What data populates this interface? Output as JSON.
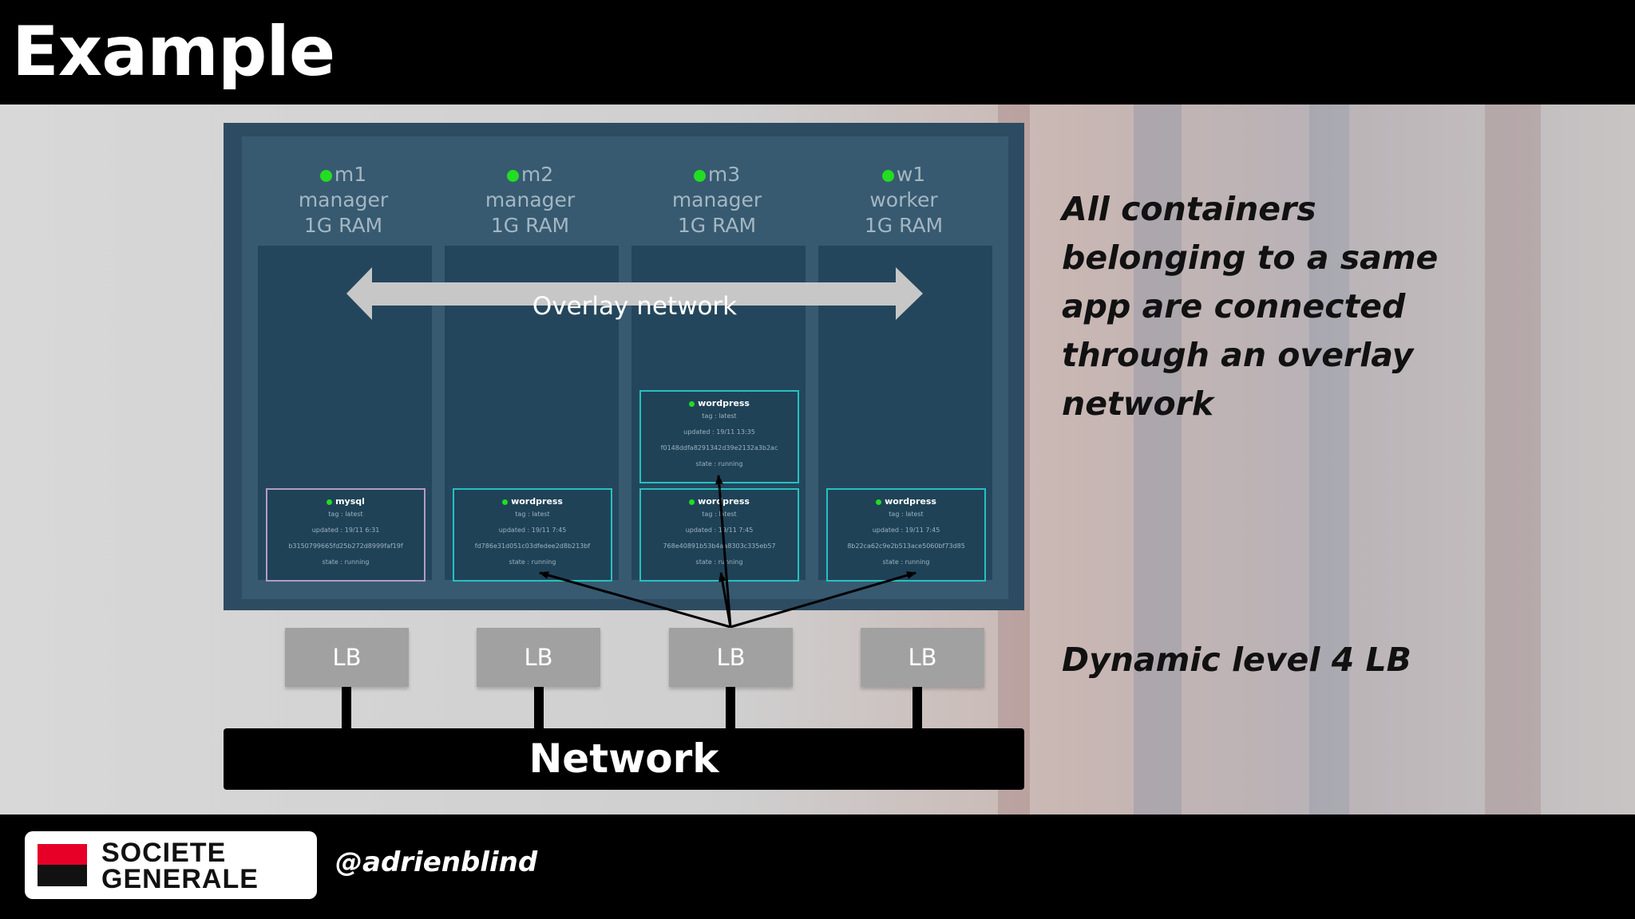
{
  "slide": {
    "title": "Example"
  },
  "nodes": [
    {
      "name": "m1",
      "role": "manager",
      "ram": "1G RAM"
    },
    {
      "name": "m2",
      "role": "manager",
      "ram": "1G RAM"
    },
    {
      "name": "m3",
      "role": "manager",
      "ram": "1G RAM"
    },
    {
      "name": "w1",
      "role": "worker",
      "ram": "1G RAM"
    }
  ],
  "overlay": {
    "label": "Overlay network"
  },
  "containers": [
    {
      "name": "mysql",
      "tag": "tag : latest",
      "updated": "updated : 19/11 6:31",
      "id": "b3150799665fd25b272d8999faf19f",
      "state": "state : running"
    },
    {
      "name": "wordpress",
      "tag": "tag : latest",
      "updated": "updated : 19/11 7:45",
      "id": "fd786e31d051c03dfedee2d8b213bf",
      "state": "state : running"
    },
    {
      "name": "wordpress",
      "tag": "tag : latest",
      "updated": "updated : 19/11 13:35",
      "id": "f0148ddfa8291342d39e2132a3b2ac",
      "state": "state : running"
    },
    {
      "name": "wordpress",
      "tag": "tag : latest",
      "updated": "updated : 19/11 7:45",
      "id": "768e40891b53b4aa8303c335eb57",
      "state": "state : running"
    },
    {
      "name": "wordpress",
      "tag": "tag : latest",
      "updated": "updated : 19/11 7:45",
      "id": "8b22ca62c9e2b513ace5060bf73d85",
      "state": "state : running"
    }
  ],
  "load_balancers": [
    "LB",
    "LB",
    "LB",
    "LB"
  ],
  "network": {
    "label": "Network"
  },
  "side_text": "All containers belonging to a same app are connected through an overlay network",
  "lb_caption": "Dynamic level 4 LB",
  "footer": {
    "logo_line1": "SOCIETE",
    "logo_line2": "GENERALE",
    "handle": "@adrienblind"
  },
  "colors": {
    "panel": "#2d4c62",
    "column": "#24465c",
    "card_border": "#27c0c0",
    "mysql_border": "#b59ac6",
    "status_dot": "#22dd22",
    "logo_red": "#e60028"
  }
}
